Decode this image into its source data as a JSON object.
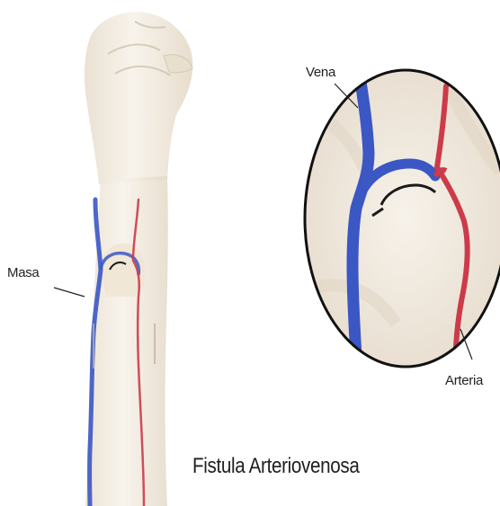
{
  "labels": {
    "vena": "Vena",
    "arteria": "Arteria",
    "masa": "Masa"
  },
  "title": "Fistula Arteriovenosa",
  "colors": {
    "vein": "#3a57c4",
    "artery": "#cc3b4a",
    "skin": "#efe6d8",
    "skin_shadow": "#d9cdb9",
    "outline": "#1a1a1a"
  }
}
